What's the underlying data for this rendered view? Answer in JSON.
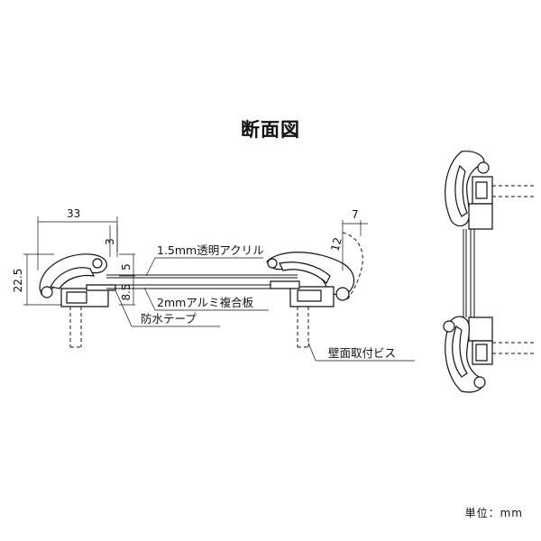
{
  "title": "断面図",
  "units": "単位：mm",
  "dimensions": {
    "width_33": "33",
    "depth_3": "3",
    "gap_5": "5",
    "gap_8_5": "8.5",
    "height_22_5": "22.5",
    "right_7": "7",
    "right_12": "12"
  },
  "labels": {
    "acrylic": "1.5mm透明アクリル",
    "aluminum": "2mmアルミ複合板",
    "tape": "防水テープ",
    "screw": "壁面取付ビス"
  }
}
